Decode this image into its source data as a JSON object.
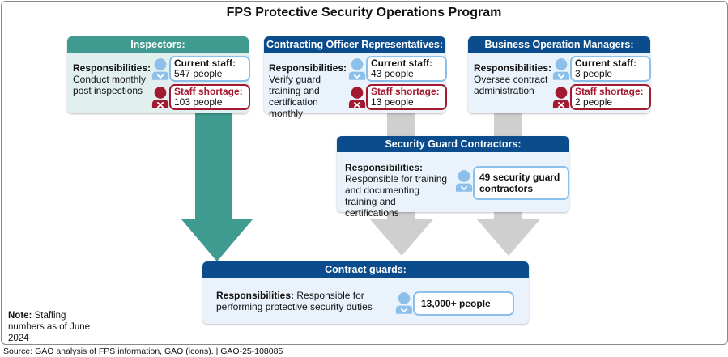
{
  "title": "FPS Protective Security Operations Program",
  "responsibilities_label": "Responsibilities:",
  "inspectors": {
    "header": "Inspectors:",
    "responsibilities": "Conduct monthly post inspections",
    "current_label": "Current staff:",
    "current_value": "547 people",
    "shortage_label": "Staff shortage:",
    "shortage_value": "103 people"
  },
  "cor": {
    "header": "Contracting Officer Representatives:",
    "responsibilities": "Verify guard training and certification monthly",
    "current_label": "Current staff:",
    "current_value": "43 people",
    "shortage_label": "Staff shortage:",
    "shortage_value": "13 people"
  },
  "bom": {
    "header": "Business Operation Managers:",
    "responsibilities": "Oversee contract administration",
    "current_label": "Current staff:",
    "current_value": "3 people",
    "shortage_label": "Staff shortage:",
    "shortage_value": "2 people"
  },
  "sgc": {
    "header": "Security Guard Contractors:",
    "responsibilities": "Responsible for training and documenting training and certifications",
    "count": "49 security guard contractors"
  },
  "guards": {
    "header": "Contract guards:",
    "responsibilities": "Responsible for performing protective security duties",
    "count": "13,000+ people"
  },
  "note": {
    "label": "Note:",
    "text": "Staffing numbers as of June 2024"
  },
  "source": "Source: GAO analysis of FPS information, GAO (icons).  |  GAO-25-108085",
  "colors": {
    "teal": "#3f9a8f",
    "navy": "#0b4d8c",
    "shortage_red": "#a3192f",
    "staff_blue": "#8cc0ea",
    "arrow_gray": "#cfcfcf"
  },
  "icons": [
    "person-check-icon",
    "person-x-icon"
  ]
}
